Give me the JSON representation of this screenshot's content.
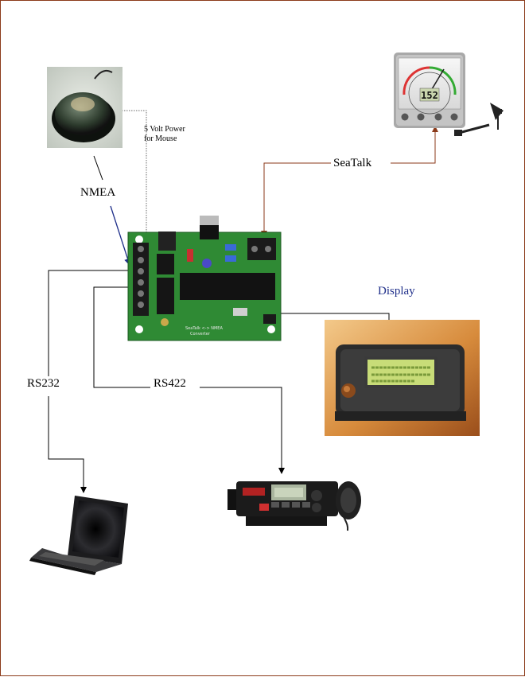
{
  "labels": {
    "power": [
      "5 Volt Power",
      "for Mouse"
    ],
    "nmea": "NMEA",
    "seatalk": "SeaTalk",
    "display": "Display",
    "rs232": "RS232",
    "rs422": "RS422"
  },
  "devices": {
    "wind_display_value": "152",
    "board_text": [
      "SeaTalk <-> NMEA",
      "Converter"
    ]
  },
  "colors": {
    "frame": "#8b3a1a",
    "seatalk_wire": "#8b3a1a",
    "nmea_arrow": "#1f2f8a",
    "display_label": "#1f2f8a",
    "pcb": "#2f8a34",
    "lcd": "#c8dc78"
  }
}
